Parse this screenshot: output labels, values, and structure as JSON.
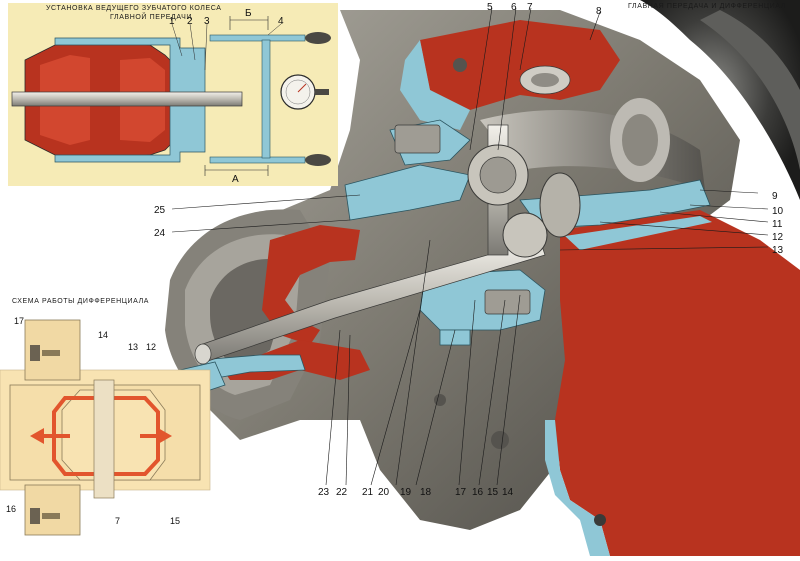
{
  "titles": {
    "pinion_setup_line1": "УСТАНОВКА ВЕДУЩЕГО ЗУБЧАТОГО КОЛЕСА",
    "pinion_setup_line2": "ГЛАВНОЙ ПЕРЕДАЧИ",
    "main_drive": "ГЛАВНАЯ ПЕРЕДАЧА И ДИФФЕРЕНЦИАЛ",
    "diff_scheme": "СХЕМА РАБОТЫ ДИФФЕРЕНЦИАЛА"
  },
  "inset_labels": {
    "n1": "1",
    "n2": "2",
    "n3": "3",
    "n4": "4",
    "dim_b": "Б",
    "dim_a": "А"
  },
  "main_labels": {
    "n5": "5",
    "n6": "6",
    "n7": "7",
    "n8": "8",
    "n9": "9",
    "n10": "10",
    "n11": "11",
    "n12": "12",
    "n13": "13",
    "n14": "14",
    "n15": "15",
    "n16": "16",
    "n17": "17",
    "n18": "18",
    "n19": "19",
    "n20": "20",
    "n21": "21",
    "n22": "22",
    "n23": "23",
    "n24": "24",
    "n25": "25"
  },
  "scheme_labels": {
    "n17": "17",
    "n14": "14",
    "n13": "13",
    "n12": "12",
    "n16": "16",
    "n7": "7",
    "n15": "15"
  },
  "colors": {
    "background": "#ffffff",
    "inset_bg": "#f6ebb6",
    "scheme_bg": "#f8e3b2",
    "section_red": "#b8331f",
    "steel_blue": "#8fc7d6",
    "housing_grey": "#8f8c84",
    "housing_dark": "#3a3a38",
    "arrow_red": "#e2552d"
  }
}
